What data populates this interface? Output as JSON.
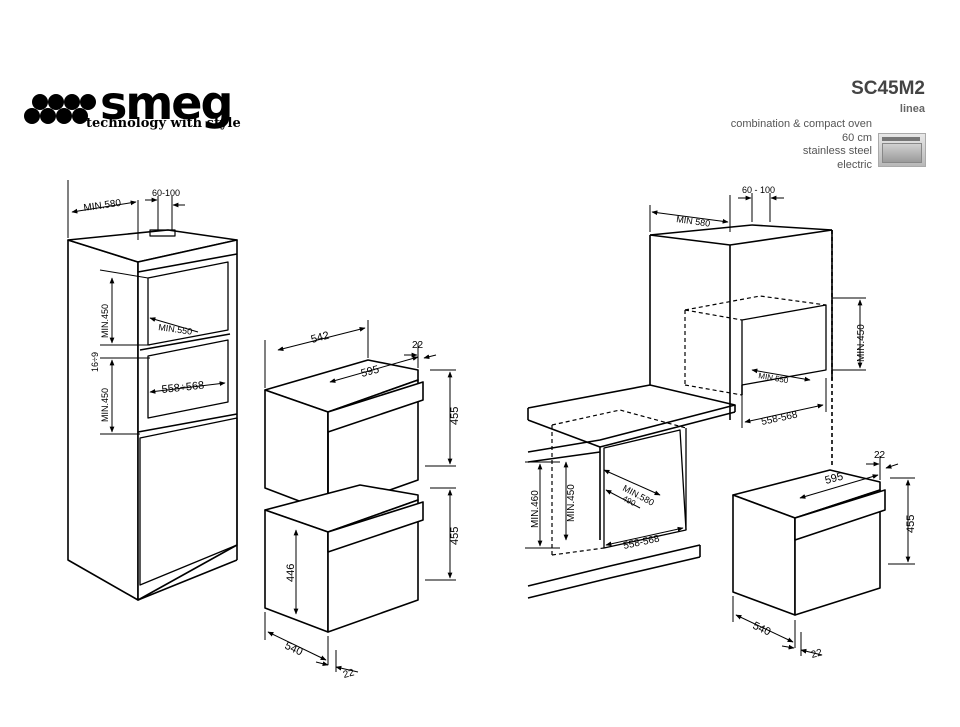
{
  "brand": {
    "name": "smeg",
    "tagline": "technology with style"
  },
  "product": {
    "model": "SC45M2",
    "line": "linea",
    "specs": [
      "combination & compact oven",
      "60 cm",
      "stainless steel",
      "electric"
    ]
  },
  "dims": {
    "left_column": {
      "min_580": "MIN.580",
      "vent": "60-100",
      "min_450_top": "MIN.450",
      "min_550": "MIN.550",
      "gap": "16÷9",
      "min_450_bottom": "MIN.450",
      "width_558_568": "558÷568"
    },
    "center_oven": {
      "depth_542": "542",
      "width_595": "595",
      "front_22": "22",
      "height_455": "455",
      "height_455_lower": "455",
      "inner_446": "446",
      "depth_540": "540",
      "front_22_lower": "22"
    },
    "right_column": {
      "min_580": "MIN 580",
      "vent": "60 - 100",
      "min_450": "MIN.450",
      "min_550": "MIN 550",
      "width_558_568": "558-568"
    },
    "under_counter": {
      "min_460": "MIN.460",
      "min_450": "MIN.450",
      "min_580": "MIN.580",
      "d_490": "490",
      "width_558_568": "558-568"
    },
    "right_oven": {
      "width_595": "595",
      "front_22": "22",
      "height_455": "455",
      "depth_540": "540",
      "front_22_lower": "22"
    }
  }
}
